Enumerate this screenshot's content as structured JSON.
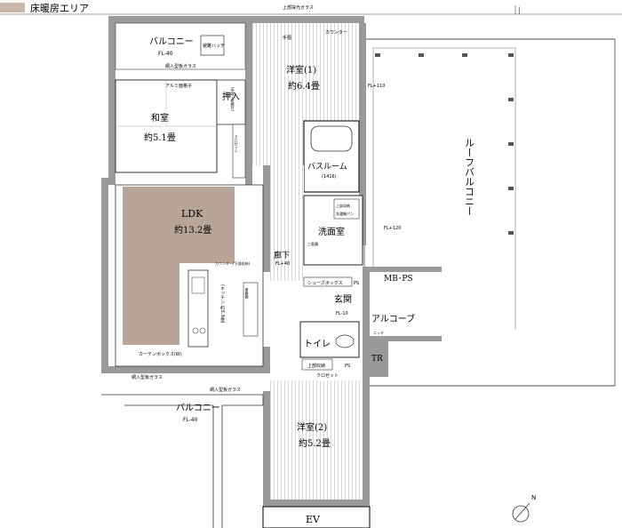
{
  "legend": {
    "label": "床暖房エリア",
    "swatch_color": "#c8b9ab"
  },
  "colors": {
    "wall": "#9a9a9a",
    "floor_heat": "#b7a697",
    "line": "#222222",
    "parquet": "#cfcfcf"
  },
  "rooms": {
    "balcony_top": "バルコニー",
    "balcony_top_fl": "FL-40",
    "balcony_bottom": "バルコニー",
    "balcony_bottom_fl": "FL-40",
    "roof_balcony": "ルーフバルコニー",
    "western1": "洋室(1)",
    "western1_size": "約6.4畳",
    "japanese": "和室",
    "japanese_size": "約5.1畳",
    "closet_label": "押入",
    "closet_note": "(中段・枕棚付)",
    "bathroom": "バスルーム",
    "bathroom_size": "(1416)",
    "ldk": "LDK",
    "ldk_size": "約13.2畳",
    "washroom": "洗面室",
    "corridor": "廊下",
    "corridor_fl": "FL+40",
    "entrance": "玄関",
    "entrance_fl": "FL-10",
    "alcove": "アルコーブ",
    "toilet": "トイレ",
    "western2": "洋室(2)",
    "western2_size": "約5.2畳",
    "kitchen": "(キッチン 約3.3畳)",
    "mbps": "MB･PS",
    "tr": "TR",
    "ev": "EV",
    "ps": "PS"
  },
  "notes": {
    "top_light": "上部採光ガラス",
    "mesh_glass_top": "網入型板ガラス",
    "mesh_glass_bottom1": "網入型板ガラス",
    "mesh_glass_bottom2": "網入型板ガラス",
    "aluminum_grille": "アルミ面格子",
    "hatch": "避難ハッチ",
    "closet1": "クロゼット",
    "closet2": "クロゼット",
    "counter": "カウンター",
    "counter2": "カウンター(下部収納)",
    "shoes_box": "シューズボックス",
    "niche": "ニッチ",
    "pantry": "食器棚",
    "upper_storage": "上部収納",
    "mirror": "三面鏡",
    "washing": "洗濯機パン",
    "curtain_box": "カーテンボックス(W)",
    "fl_110": "FL+110",
    "fl_120": "FL+120",
    "water": "手摺",
    "north": "N"
  }
}
